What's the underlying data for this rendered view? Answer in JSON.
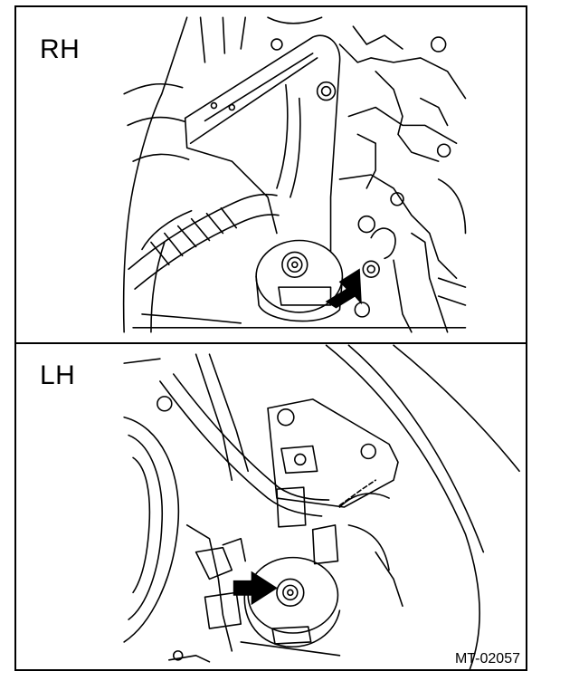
{
  "panels": [
    {
      "label": "RH"
    },
    {
      "label": "LH"
    }
  ],
  "figure_code": "MT-02057",
  "colors": {
    "ink": "#000000",
    "paper": "#ffffff"
  },
  "icons": [
    "arrow-icon",
    "arrow-icon"
  ]
}
